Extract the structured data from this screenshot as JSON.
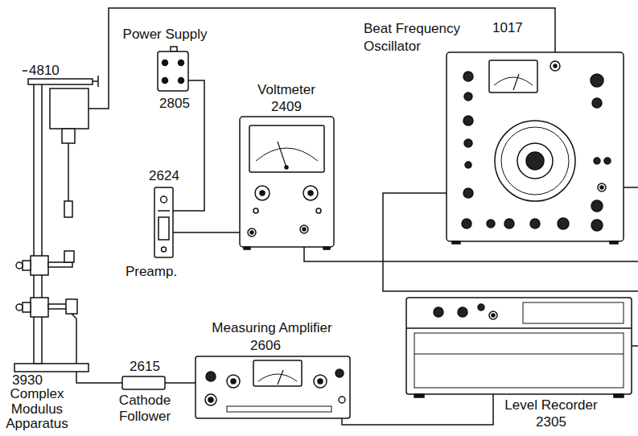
{
  "diagram": {
    "nodes": [
      {
        "text": [
          "Power Supply",
          "2805"
        ]
      },
      {
        "text": [
          "2624",
          "Preamp."
        ]
      },
      {
        "text": [
          "Voltmeter",
          "2409"
        ]
      },
      {
        "text": [
          "Beat Frequency Oscillator",
          "1017"
        ]
      },
      {
        "text": [
          "3930",
          "Complex Modulus Apparatus"
        ]
      },
      {
        "text": [
          "2615",
          "Cathode Follower"
        ]
      },
      {
        "text": [
          "Measuring Amplifier",
          "2606"
        ]
      },
      {
        "text": [
          "Level Recorder",
          "2305"
        ]
      }
    ],
    "edges": [
      {
        "from": 3,
        "to": 4,
        "arrow": "none"
      },
      {
        "from": 0,
        "to": 1,
        "arrow": "none"
      },
      {
        "from": 1,
        "to": 2,
        "arrow": "none"
      },
      {
        "from": 4,
        "to": 5,
        "arrow": "none"
      },
      {
        "from": 5,
        "to": 6,
        "arrow": "none"
      },
      {
        "from": 6,
        "to": 7,
        "arrow": "none"
      }
    ],
    "labels": [
      "4810"
    ]
  }
}
